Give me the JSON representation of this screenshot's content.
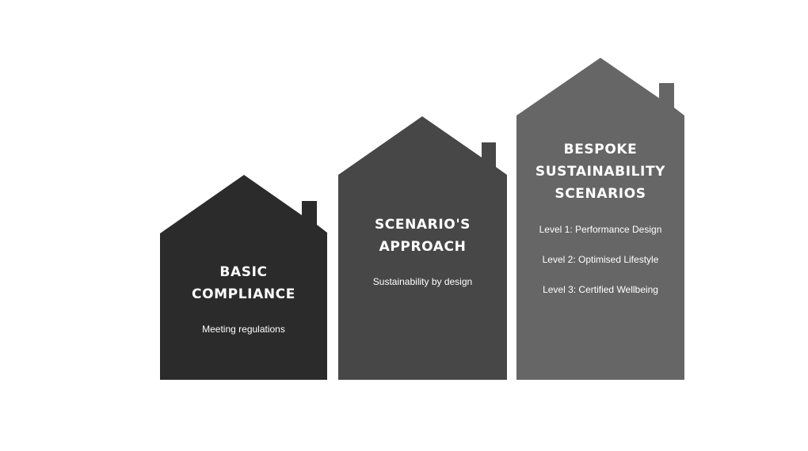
{
  "houses": [
    {
      "title_lines": [
        "BASIC",
        "COMPLIANCE"
      ],
      "subtitles": [
        "Meeting regulations"
      ],
      "color": "#2b2b2b"
    },
    {
      "title_lines": [
        "SCENARIO'S",
        "APPROACH"
      ],
      "subtitles": [
        "Sustainability by design"
      ],
      "color": "#474747"
    },
    {
      "title_lines": [
        "BESPOKE",
        "SUSTAINABILITY",
        "SCENARIOS"
      ],
      "subtitles": [
        "Level 1: Performance Design",
        "Level 2: Optimised Lifestyle",
        "Level 3: Certified Wellbeing"
      ],
      "color": "#666666"
    }
  ]
}
